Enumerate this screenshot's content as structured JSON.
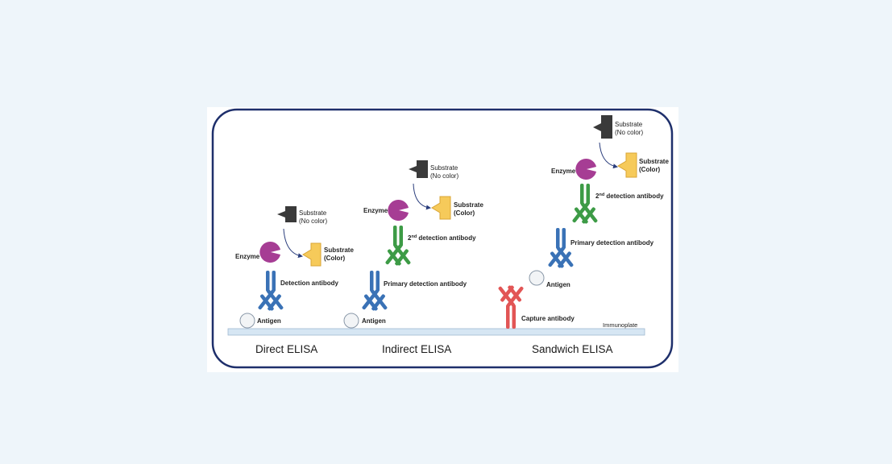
{
  "diagram": {
    "immunoplate_label": "Immunoplate",
    "colors": {
      "frame_border": "#1e2f6b",
      "immunoplate": "#d6e6f3",
      "enzyme": "#a63d94",
      "substrate_no_color": "#3a3a3a",
      "substrate_color": "#f6ca5a",
      "antibody_blue": "#3a72b6",
      "antibody_green": "#3d9b46",
      "antibody_red": "#e25555",
      "antigen": "#f2f4f6",
      "arrow": "#2a3d7c"
    },
    "panels": [
      {
        "title": "Direct ELISA",
        "enzyme_label": "Enzyme",
        "substrate_nocolor_line1": "Substrate",
        "substrate_nocolor_line2": "(No color)",
        "substrate_color_line1": "Substrate",
        "substrate_color_line2": "(Color)",
        "antibody_label": "Detection antibody",
        "antigen_label": "Antigen"
      },
      {
        "title": "Indirect ELISA",
        "enzyme_label": "Enzyme",
        "substrate_nocolor_line1": "Substrate",
        "substrate_nocolor_line2": "(No color)",
        "substrate_color_line1": "Substrate",
        "substrate_color_line2": "(Color)",
        "secondary_label_sup": "nd",
        "secondary_label_prefix": "2",
        "secondary_label_rest": " detection antibody",
        "primary_label": "Primary detection antibody",
        "antigen_label": "Antigen"
      },
      {
        "title": "Sandwich ELISA",
        "enzyme_label": "Enzyme",
        "substrate_nocolor_line1": "Substrate",
        "substrate_nocolor_line2": "(No color)",
        "substrate_color_line1": "Substrate",
        "substrate_color_line2": "(Color)",
        "secondary_label_prefix": "2",
        "secondary_label_sup": "nd",
        "secondary_label_rest": " detection antibody",
        "primary_label": "Primary detection antibody",
        "antigen_label": "Antigen",
        "capture_label": "Capture antibody"
      }
    ]
  }
}
